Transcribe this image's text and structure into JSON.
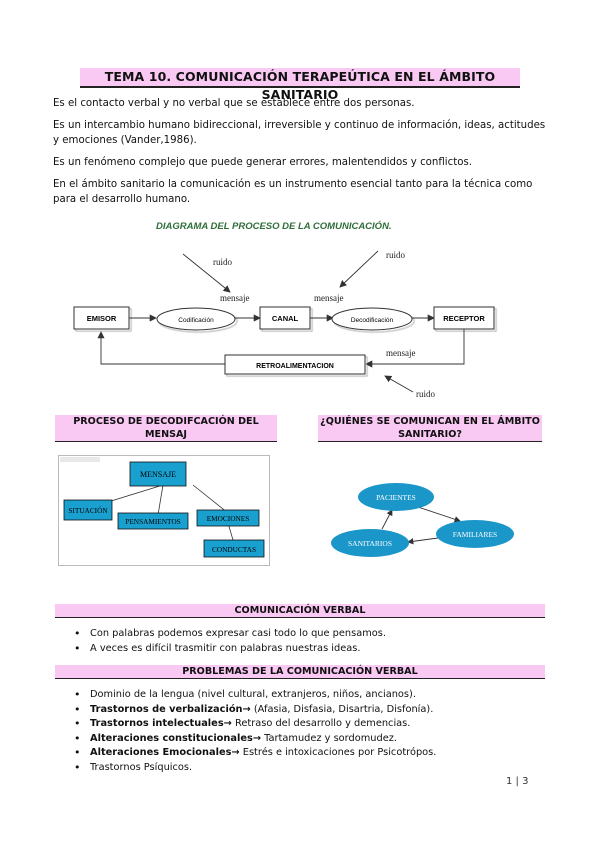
{
  "title": "TEMA 10. COMUNICACIÓN TERAPEÚTICA EN EL ÁMBITO SANITARIO",
  "paragraphs": [
    "Es el contacto verbal y no verbal que se establece entre dos personas.",
    "Es un intercambio humano bidireccional, irreversible y continuo de información, ideas, actitudes y emociones (Vander,1986).",
    "Es un fenómeno complejo que puede generar errores, malentendidos y conflictos.",
    "En el ámbito sanitario la comunicación es un instrumento esencial tanto para la técnica como para el desarrollo humano."
  ],
  "process_diagram": {
    "title": "DIAGRAMA DEL PROCESO DE LA COMUNICACIÓN.",
    "emisor": "EMISOR",
    "codificacion": "Codificación",
    "canal": "CANAL",
    "decodificacion": "Decodificación",
    "receptor": "RECEPTOR",
    "retro": "RETROALIMENTACION",
    "ruido": "ruido",
    "mensaje": "mensaje"
  },
  "section_decod": {
    "header": "PROCESO DE DECODIFCACIÓN DEL MENSAJ",
    "mensaje": "MENSAJE",
    "situacion": "SITUACIÓN",
    "pensamientos": "PENSAMIENTOS",
    "emociones": "EMOCIONES",
    "conductas": "CONDUCTAS",
    "box_color": "#1aa0cf"
  },
  "section_quienes": {
    "header_line1": "¿QUIÉNES SE COMUNICAN EN EL ÁMBITO",
    "header_line2": "SANITARIO?",
    "pacientes": "PACIENTES",
    "familiares": "FAMILIARES",
    "sanitarios": "SANITARIOS",
    "ellipse_color": "#1a96c9"
  },
  "verbal": {
    "header": "COMUNICACIÓN VERBAL",
    "items": [
      "Con palabras podemos expresar casi todo lo que pensamos.",
      "A veces es difícil trasmitir con palabras nuestras ideas."
    ]
  },
  "problemas": {
    "header": "PROBLEMAS DE LA COMUNICACIÓN VERBAL",
    "item1": "Dominio de la lengua (nivel cultural, extranjeros, niños, ancianos).",
    "item2_bold": "Trastornos de verbalización",
    "item2_rest": " (Afasia, Disfasia, Disartria, Disfonía).",
    "item3_bold": "Trastornos intelectuales",
    "item3_rest": " Retraso del desarrollo y demencias.",
    "item4_bold": "Alteraciones constitucionales",
    "item4_rest": " Tartamudez y sordomudez.",
    "item5_bold": "Alteraciones Emocionales",
    "item5_rest": " Estrés e intoxicaciones por Psicotrópos.",
    "item6": "Trastornos Psíquicos.",
    "arrow": "→"
  },
  "page_number": "1 | 3",
  "colors": {
    "header_pink": "#f9c8f3"
  }
}
